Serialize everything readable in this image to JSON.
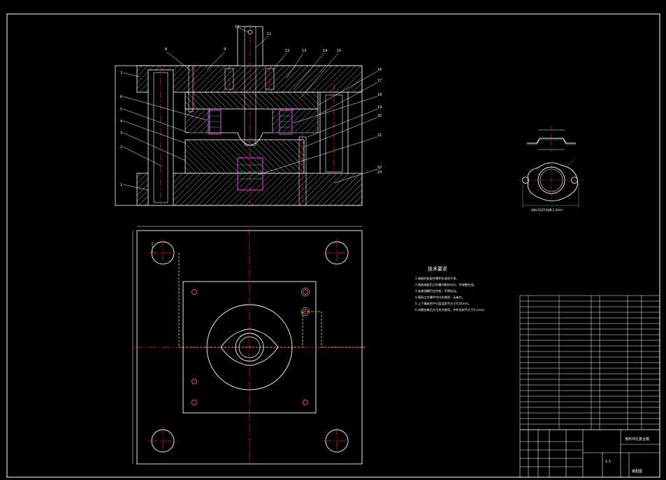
{
  "colors": {
    "background": "#000000",
    "outline": "#ffffff",
    "centerline": "#ff2020",
    "dimension": "#ffff66",
    "hidden": "#ffff00",
    "highlight": "#ff33ff",
    "spring": "#33cccc",
    "leader": "#ffffff"
  },
  "section_view": {
    "part_labels": [
      "1",
      "2",
      "3",
      "4",
      "5",
      "6",
      "7",
      "8",
      "9",
      "10",
      "11",
      "12",
      "13",
      "14",
      "15",
      "16",
      "17",
      "18",
      "19",
      "20",
      "21",
      "22",
      "23"
    ]
  },
  "notes": {
    "title": "技术要求",
    "lines": [
      "1.装配时各配合零件应清洗干净。",
      "2.模具装配后凸凹模间隙应均匀，并调整合适。",
      "3.各紧固螺钉应拧紧，不得松动。",
      "4.模具工作零件刃口应锋利，无崩刃。",
      "5.上下模座的平行度误差不大于0.02mm。",
      "6.试模合格后方可交付使用，冲件毛刺不大于0.1mm。"
    ]
  },
  "part_sketch": {
    "material_note": "材料:Q235  料厚:1.2mm"
  },
  "title_block": {
    "drawing_name": "落料冲孔复合模",
    "sheet_label": "装配图",
    "scale_label": "1:1"
  }
}
